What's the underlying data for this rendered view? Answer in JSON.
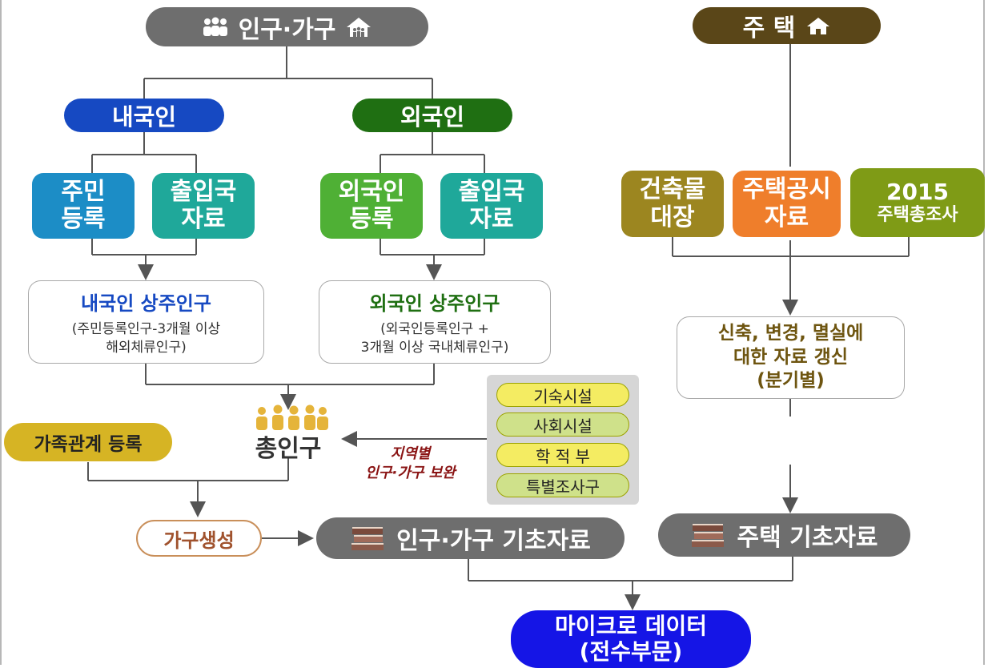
{
  "population_branch": {
    "header": "인구·가구",
    "domestic": {
      "label": "내국인",
      "sources": [
        "주민\n등록",
        "출입국\n자료"
      ],
      "resident": {
        "title": "내국인 상주인구",
        "desc": "(주민등록인구-3개월 이상\n해외체류인구)"
      }
    },
    "foreign": {
      "label": "외국인",
      "sources": [
        "외국인\n등록",
        "출입국\n자료"
      ],
      "resident": {
        "title": "외국인 상주인구",
        "desc": "(외국인등록인구 +\n3개월 이상 국내체류인구)"
      },
      "color": "#1f6f12"
    }
  },
  "total_population": "총인구",
  "family_registration": "가족관계 등록",
  "household_generation": "가구생성",
  "supplement": {
    "label": "지역별\n인구·가구 보완",
    "items": [
      "기숙시설",
      "사회시설",
      "학 적 부",
      "특별조사구"
    ]
  },
  "housing_branch": {
    "header": "주 택",
    "sources": [
      "건축물\n대장",
      "주택공시\n자료"
    ],
    "census_year": "2015",
    "census_label": "주택총조사",
    "update_note": "신축, 변경, 멸실에\n대한 자료 갱신\n(분기별)"
  },
  "outputs": {
    "population_basic": "인구·가구 기초자료",
    "housing_basic": "주택 기초자료",
    "microdata": "마이크로 데이터\n(전수부문)"
  },
  "icons": {
    "people": "people-icon",
    "house_group": "house-group-icon",
    "house": "house-icon",
    "books": "books-icon",
    "crowd": "crowd-icon"
  },
  "colors": {
    "header_gray": "#6e6e6e",
    "housing_brown": "#5a4618",
    "domestic_blue": "#1649c2",
    "foreign_green": "#1f6f12",
    "micro_blue": "#1515e6"
  }
}
